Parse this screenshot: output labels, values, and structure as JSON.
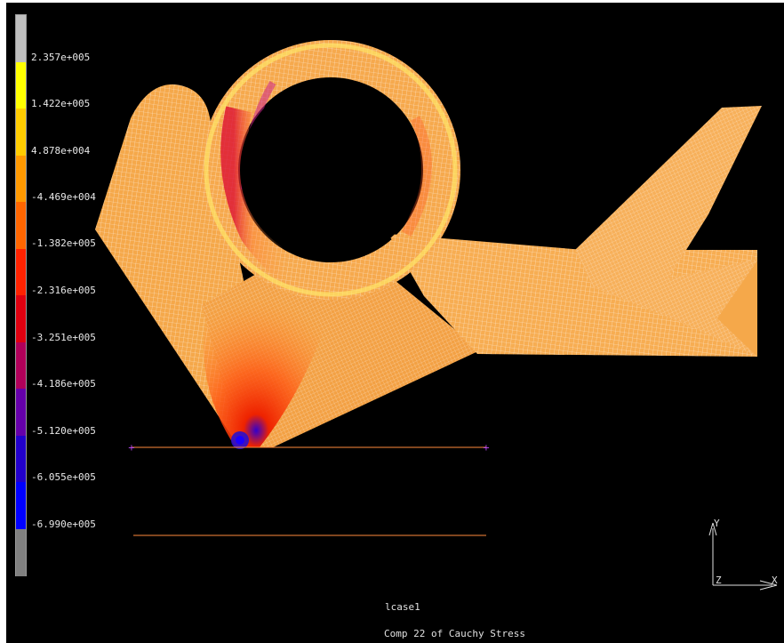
{
  "colors": {
    "background": "#000000",
    "legend_colors": [
      "#bfbfbf",
      "#ffff00",
      "#ffcc00",
      "#ff9900",
      "#ff6600",
      "#ff2200",
      "#e00010",
      "#b0005a",
      "#6600aa",
      "#2200cc",
      "#0000ff",
      "#808080"
    ],
    "mesh_base": "#f5a84a",
    "mesh_line": "#ffffff",
    "marker_line": "#ff8a3c",
    "marker_point": "#c24bff"
  },
  "legend": {
    "labels": [
      "2.357e+005",
      "1.422e+005",
      "4.878e+004",
      "-4.469e+004",
      "-1.382e+005",
      "-2.316e+005",
      "-3.251e+005",
      "-4.186e+005",
      "-5.120e+005",
      "-6.055e+005",
      "-6.990e+005"
    ]
  },
  "triad": {
    "y_label": "Y",
    "x_label": "X",
    "z_label": "Z"
  },
  "captions": {
    "load_case": "lcase1",
    "result": "Comp 22 of Cauchy Stress"
  }
}
